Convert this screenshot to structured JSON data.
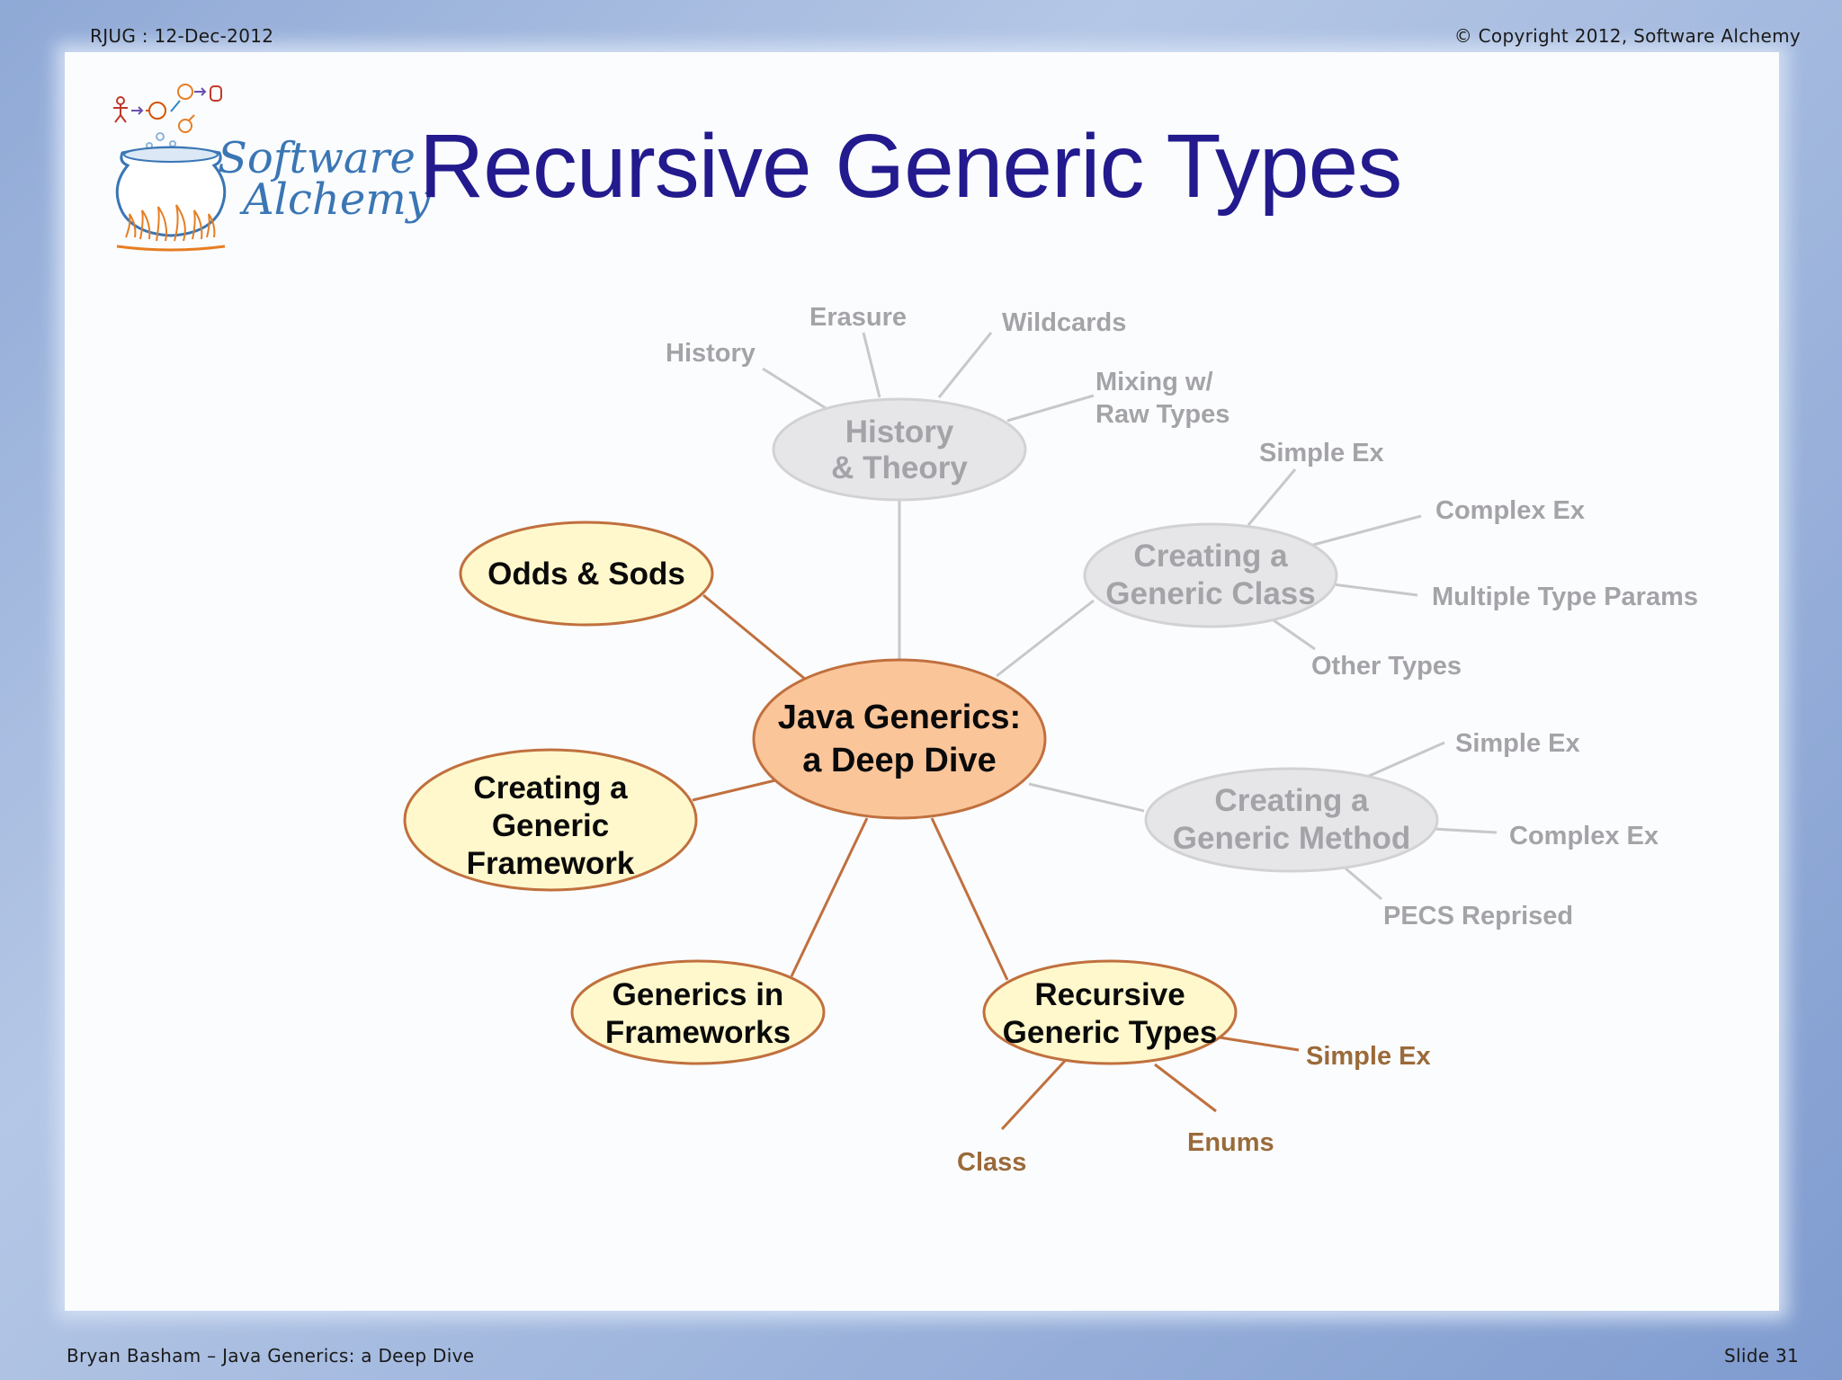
{
  "header": {
    "left": "RJUG : 12-Dec-2012",
    "right": "© Copyright 2012, Software Alchemy"
  },
  "logo": {
    "line1": "Software",
    "line2": "Alchemy"
  },
  "title": "Recursive Generic Types",
  "footer": {
    "left": "Bryan Basham – Java Generics: a Deep Dive",
    "right": "Slide 31"
  },
  "colors": {
    "title": "#231a8e",
    "center_fill": "#fbc59a",
    "active_fill": "#fff8cc",
    "active_stroke": "#b8713a",
    "inactive_fill": "#e6e6e9",
    "inactive_text": "#a3a3a8",
    "active_leaf_text": "#9a6a3a"
  },
  "mindmap": {
    "center": {
      "lines": [
        "Java Generics:",
        "a Deep Dive"
      ]
    },
    "branches": [
      {
        "id": "history",
        "active": false,
        "lines": [
          "History",
          "& Theory"
        ],
        "leaves": [
          [
            "History"
          ],
          [
            "Erasure"
          ],
          [
            "Wildcards"
          ],
          [
            "Mixing w/",
            "Raw Types"
          ]
        ]
      },
      {
        "id": "generic-class",
        "active": false,
        "lines": [
          "Creating a",
          "Generic Class"
        ],
        "leaves": [
          [
            "Simple Ex"
          ],
          [
            "Complex Ex"
          ],
          [
            "Multiple Type Params"
          ],
          [
            "Other Types"
          ]
        ]
      },
      {
        "id": "generic-method",
        "active": false,
        "lines": [
          "Creating a",
          "Generic Method"
        ],
        "leaves": [
          [
            "Simple Ex"
          ],
          [
            "Complex Ex"
          ],
          [
            "PECS Reprised"
          ]
        ]
      },
      {
        "id": "recursive",
        "active": true,
        "lines": [
          "Recursive",
          "Generic Types"
        ],
        "leaves": [
          [
            "Simple Ex"
          ],
          [
            "Enums"
          ],
          [
            "Class"
          ]
        ]
      },
      {
        "id": "frameworks",
        "active": true,
        "lines": [
          "Generics in",
          "Frameworks"
        ],
        "leaves": []
      },
      {
        "id": "framework",
        "active": true,
        "lines": [
          "Creating a",
          "Generic",
          "Framework"
        ],
        "leaves": []
      },
      {
        "id": "odds",
        "active": true,
        "lines": [
          "Odds & Sods"
        ],
        "leaves": []
      }
    ]
  }
}
